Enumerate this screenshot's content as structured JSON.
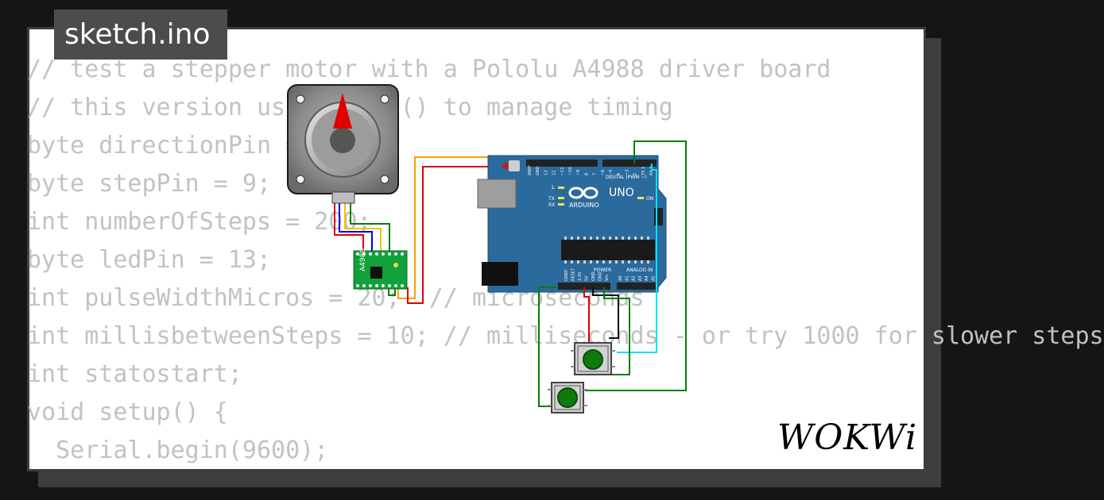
{
  "tab": {
    "filename": "sketch.ino"
  },
  "code_lines": [
    "// test a stepper motor with a Pololu A4988 driver board",
    "// this version uses delay() to manage timing",
    "byte directionPin = 8;",
    "byte stepPin = 9;",
    "int numberOfSteps = 200;",
    "byte ledPin = 13;",
    "int pulseWidthMicros = 20;  // microseconds",
    "int millisbetweenSteps = 10; // milliseconds - or try 1000 for slower steps",
    "int statostart;",
    "void setup() {",
    "  Serial.begin(9600);"
  ],
  "driver": {
    "label": "A4988"
  },
  "arduino": {
    "model": "UNO",
    "brand": "ARDUINO",
    "digital_label": "DIGITAL (PWM ~)",
    "power_label": "POWER",
    "analog_label": "ANALOG IN",
    "led_l": "L",
    "led_tx": "TX",
    "led_rx": "RX",
    "led_on": "ON",
    "digital_pins": [
      "AREF",
      "GND",
      "13",
      "12",
      "~11",
      "~10",
      "~9",
      "8",
      "7",
      "~6",
      "~5",
      "4",
      "~3",
      "2",
      "TX 1",
      "RX 0"
    ],
    "power_pins": [
      "IOREF",
      "RESET",
      "3.3V",
      "5V",
      "GND",
      "GND",
      "Vin"
    ],
    "analog_pins": [
      "A0",
      "A1",
      "A2",
      "A3",
      "A4",
      "A5"
    ]
  },
  "logo": {
    "text": "WOKWi"
  },
  "colors": {
    "board": "#2b6a9c",
    "wire_red": "#e00000",
    "wire_orange": "#f5a000",
    "wire_blue": "#0000e0",
    "wire_green": "#008000",
    "wire_cyan": "#00e0ff",
    "driver_green": "#11a03a",
    "code_gray": "#c2c2c2"
  }
}
